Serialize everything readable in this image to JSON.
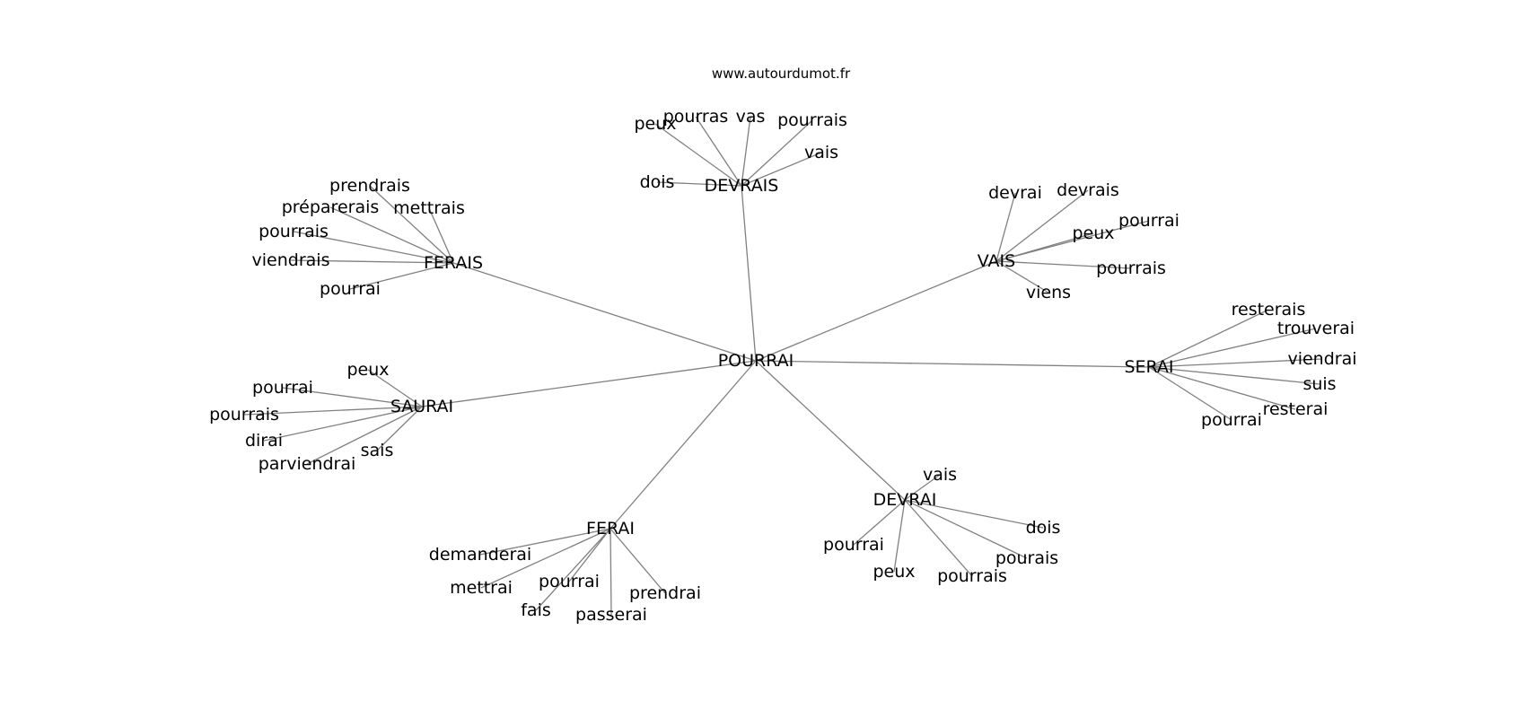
{
  "site": "www.autourdumot.fr",
  "graph": {
    "center": "POURRAI",
    "hubs": [
      {
        "id": "devrais",
        "label": "DEVRAIS",
        "leaves": [
          "peux",
          "pourras",
          "vas",
          "pourrais",
          "vais",
          "dois"
        ]
      },
      {
        "id": "ferais",
        "label": "FERAIS",
        "leaves": [
          "prendrais",
          "préparerais",
          "mettrais",
          "pourrais",
          "viendrais",
          "pourrai"
        ]
      },
      {
        "id": "vais",
        "label": "VAIS",
        "leaves": [
          "devrai",
          "devrais",
          "pourrai",
          "peux",
          "pourrais",
          "viens"
        ]
      },
      {
        "id": "serai",
        "label": "SERAI",
        "leaves": [
          "resterais",
          "trouverai",
          "viendrai",
          "suis",
          "resterai",
          "pourrai"
        ]
      },
      {
        "id": "saurai",
        "label": "SAURAI",
        "leaves": [
          "peux",
          "pourrai",
          "pourrais",
          "dirai",
          "sais",
          "parviendrai"
        ]
      },
      {
        "id": "devrai",
        "label": "DEVRAI",
        "leaves": [
          "vais",
          "dois",
          "pourais",
          "pourrai",
          "peux",
          "pourrais"
        ]
      },
      {
        "id": "ferai",
        "label": "FERAI",
        "leaves": [
          "demanderai",
          "mettrai",
          "pourrai",
          "fais",
          "passerai",
          "prendrai"
        ]
      }
    ]
  }
}
